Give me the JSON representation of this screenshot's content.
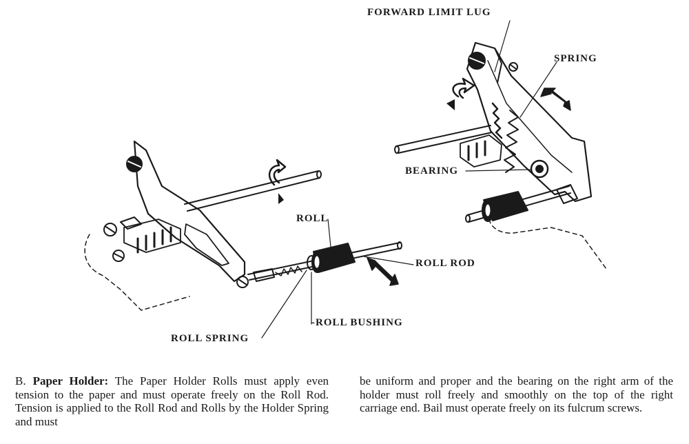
{
  "figure": {
    "labels": {
      "forward_limit_lug": "FORWARD LIMIT LUG",
      "spring": "SPRING",
      "bearing": "BEARING",
      "roll": "ROLL",
      "roll_rod": "ROLL ROD",
      "roll_bushing": "-ROLL BUSHING",
      "roll_spring": "ROLL SPRING"
    }
  },
  "text": {
    "section_number": "B.",
    "section_title": "Paper Holder:",
    "left_body": "The Paper Holder Rolls must apply even tension to the paper and must operate freely on the Roll Rod. Tension is applied to the Roll Rod and Rolls by the Holder Spring and must",
    "right_body": "be uniform and proper and the bearing on the right arm of the holder must roll freely and smoothly on the top of the right carriage end. Bail must operate freely on its fulcrum screws."
  }
}
